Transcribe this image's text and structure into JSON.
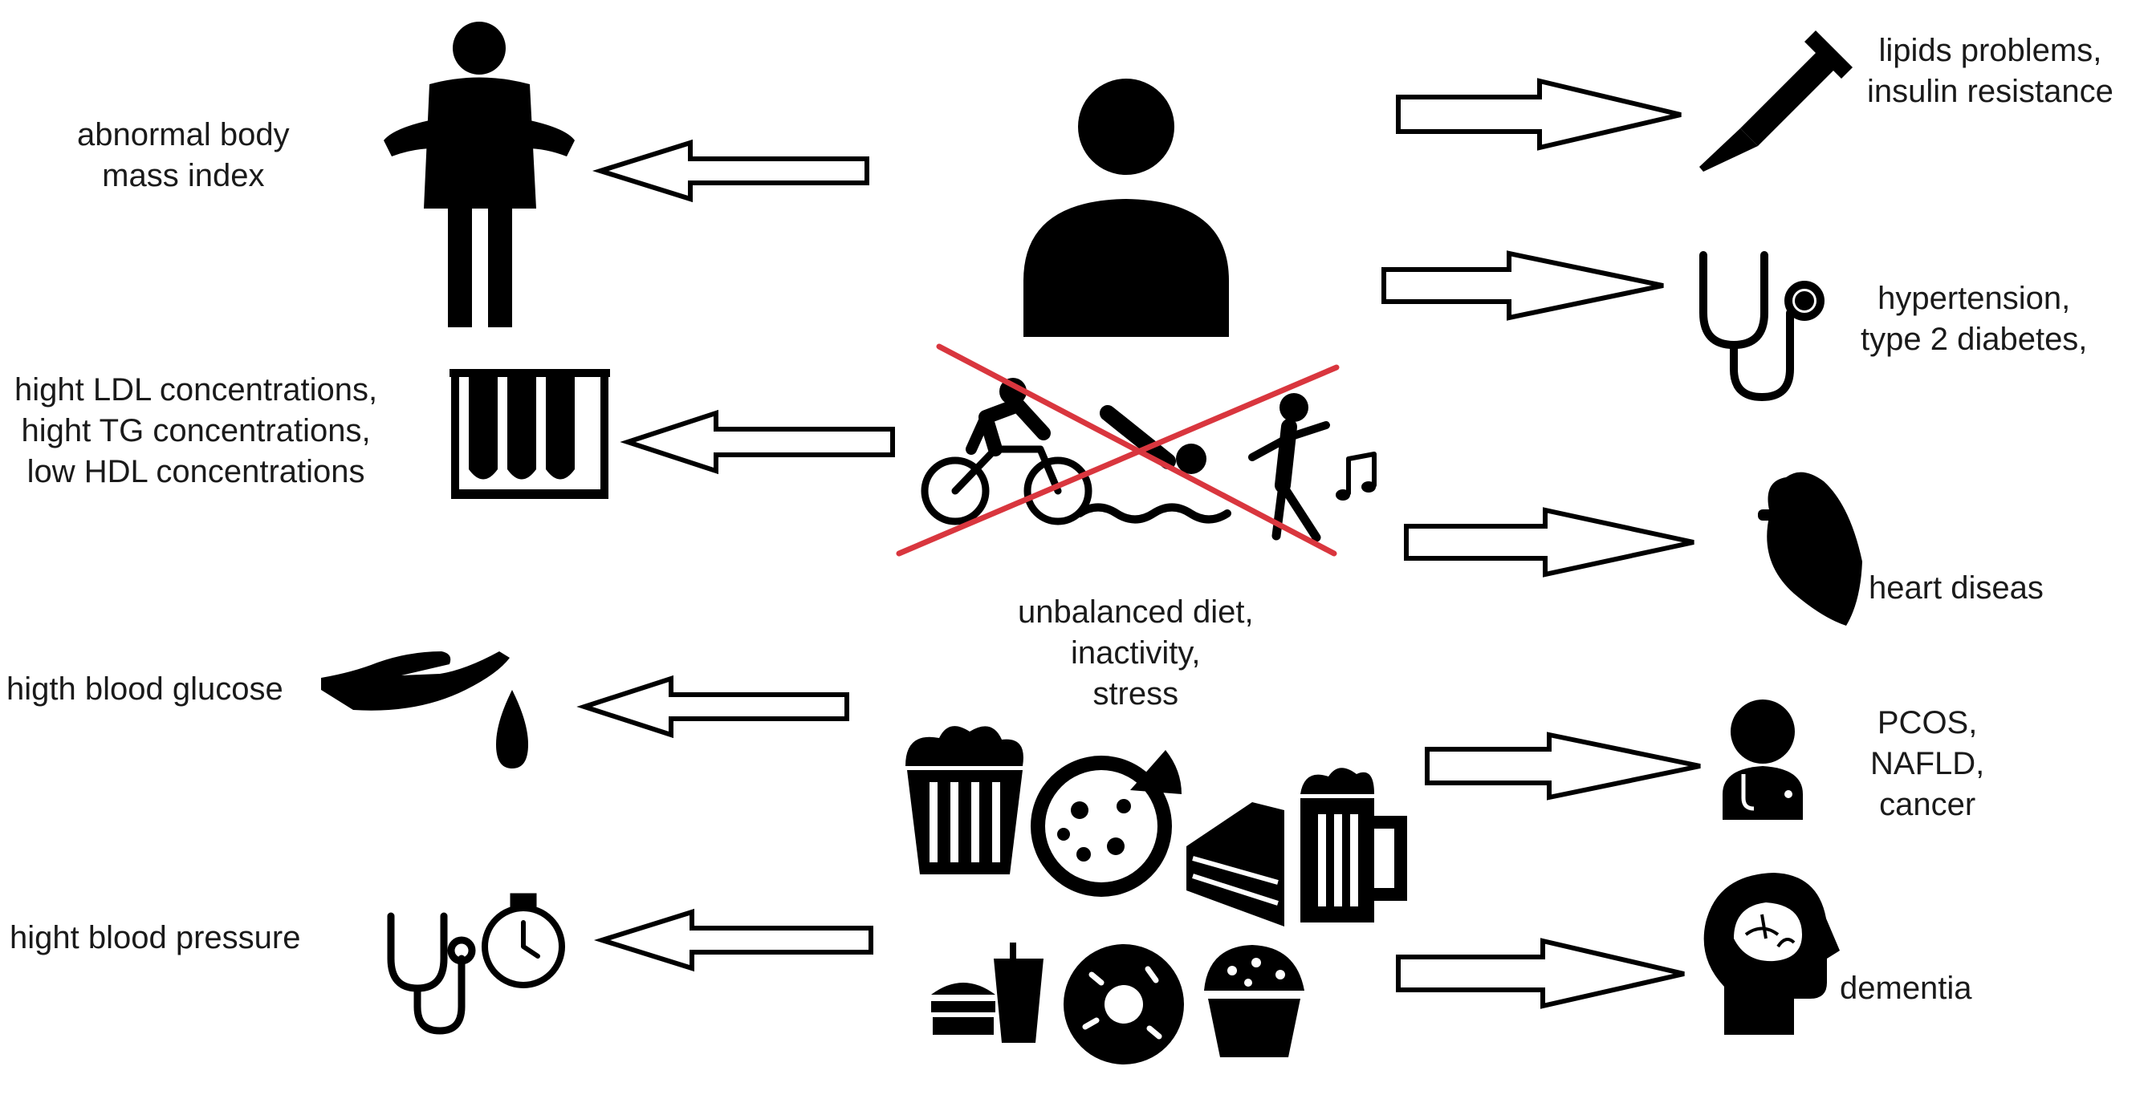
{
  "center": {
    "caption_lines": [
      "unbalanced diet,",
      "inactivity,",
      "stress"
    ]
  },
  "left": {
    "bmi": [
      "abnormal body",
      "mass index"
    ],
    "lipids": [
      "hight LDL concentrations,",
      "hight TG concentrations,",
      "low HDL concentrations"
    ],
    "glucose": [
      "higth blood glucose"
    ],
    "pressure": [
      "hight blood pressure"
    ]
  },
  "right": {
    "lipids_insulin": [
      "lipids problems,",
      "insulin resistance"
    ],
    "hypertension": [
      "hypertension,",
      "type 2 diabetes,"
    ],
    "heart": [
      "heart diseas"
    ],
    "pcos": [
      "PCOS,",
      "NAFLD,",
      "cancer"
    ],
    "dementia": [
      "dementia"
    ]
  },
  "icons": {
    "obese-person": "obese-person-icon",
    "person": "person-icon",
    "activities": "cyclist-swimmer-dancer-icon",
    "cross": "red-cross-icon",
    "test-tubes": "test-tubes-icon",
    "hand-drop": "hand-drop-icon",
    "stethoscope-stopwatch": "stethoscope-stopwatch-icon",
    "junk-food": "junk-food-icon",
    "syringe": "syringe-icon",
    "stethoscope": "stethoscope-icon",
    "heart": "heart-icon",
    "doctor": "doctor-icon",
    "head-brain": "head-brain-icon"
  },
  "colors": {
    "ink": "#000000",
    "cross": "#d9363e",
    "arrow_fill": "#ffffff"
  }
}
